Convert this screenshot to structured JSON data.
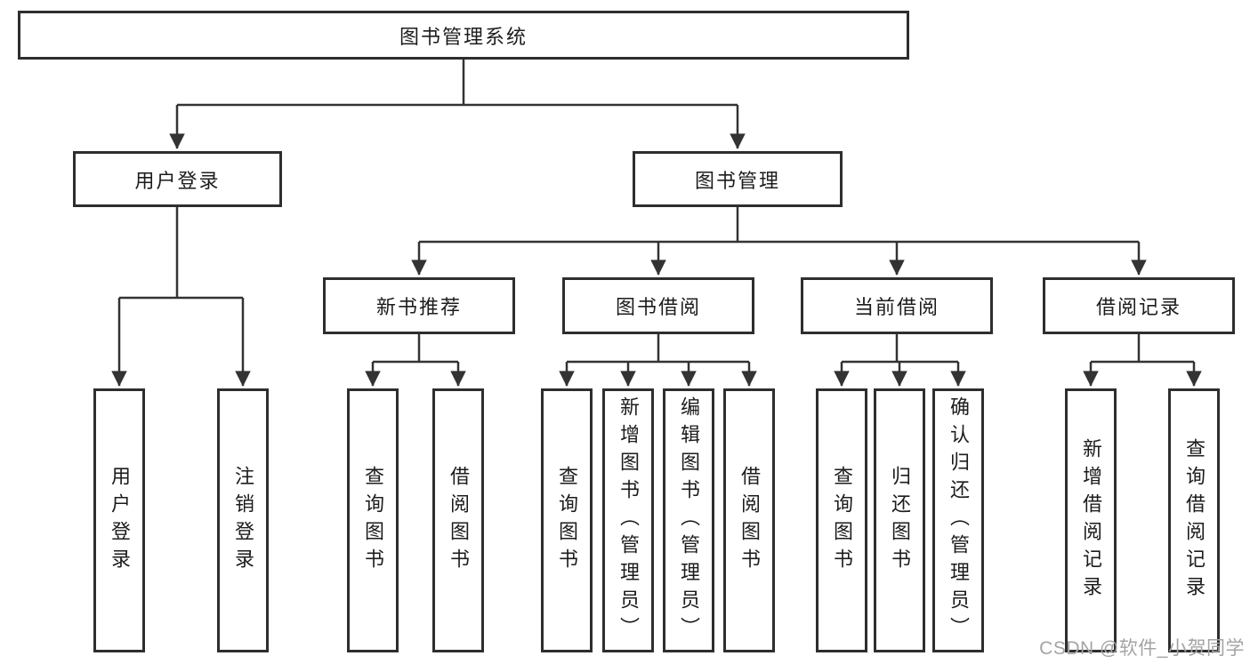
{
  "diagram_type": "tree-diagram",
  "hierarchy": {
    "label": "图书管理系统",
    "children": [
      {
        "label": "用户登录",
        "children": [
          {
            "label": "用户登录"
          },
          {
            "label": "注销登录"
          }
        ]
      },
      {
        "label": "图书管理",
        "children": [
          {
            "label": "新书推荐",
            "children": [
              {
                "label": "查询图书"
              },
              {
                "label": "借阅图书"
              }
            ]
          },
          {
            "label": "图书借阅",
            "children": [
              {
                "label": "查询图书"
              },
              {
                "label": "新增图书（管理员）"
              },
              {
                "label": "编辑图书（管理员）"
              },
              {
                "label": "借阅图书"
              }
            ]
          },
          {
            "label": "当前借阅",
            "children": [
              {
                "label": "查询图书"
              },
              {
                "label": "归还图书"
              },
              {
                "label": "确认归还（管理员）"
              }
            ]
          },
          {
            "label": "借阅记录",
            "children": [
              {
                "label": "新增借阅记录"
              },
              {
                "label": "查询借阅记录"
              }
            ]
          }
        ]
      }
    ]
  },
  "watermark": {
    "text": "CSDN @软件_小贺同学"
  },
  "colors": {
    "line": "#333333",
    "box_border": "#2e2e2e",
    "box_fill": "#ffffff",
    "text": "#1c1c1c",
    "watermark": "#a4a4a7",
    "background": "#ffffff"
  }
}
